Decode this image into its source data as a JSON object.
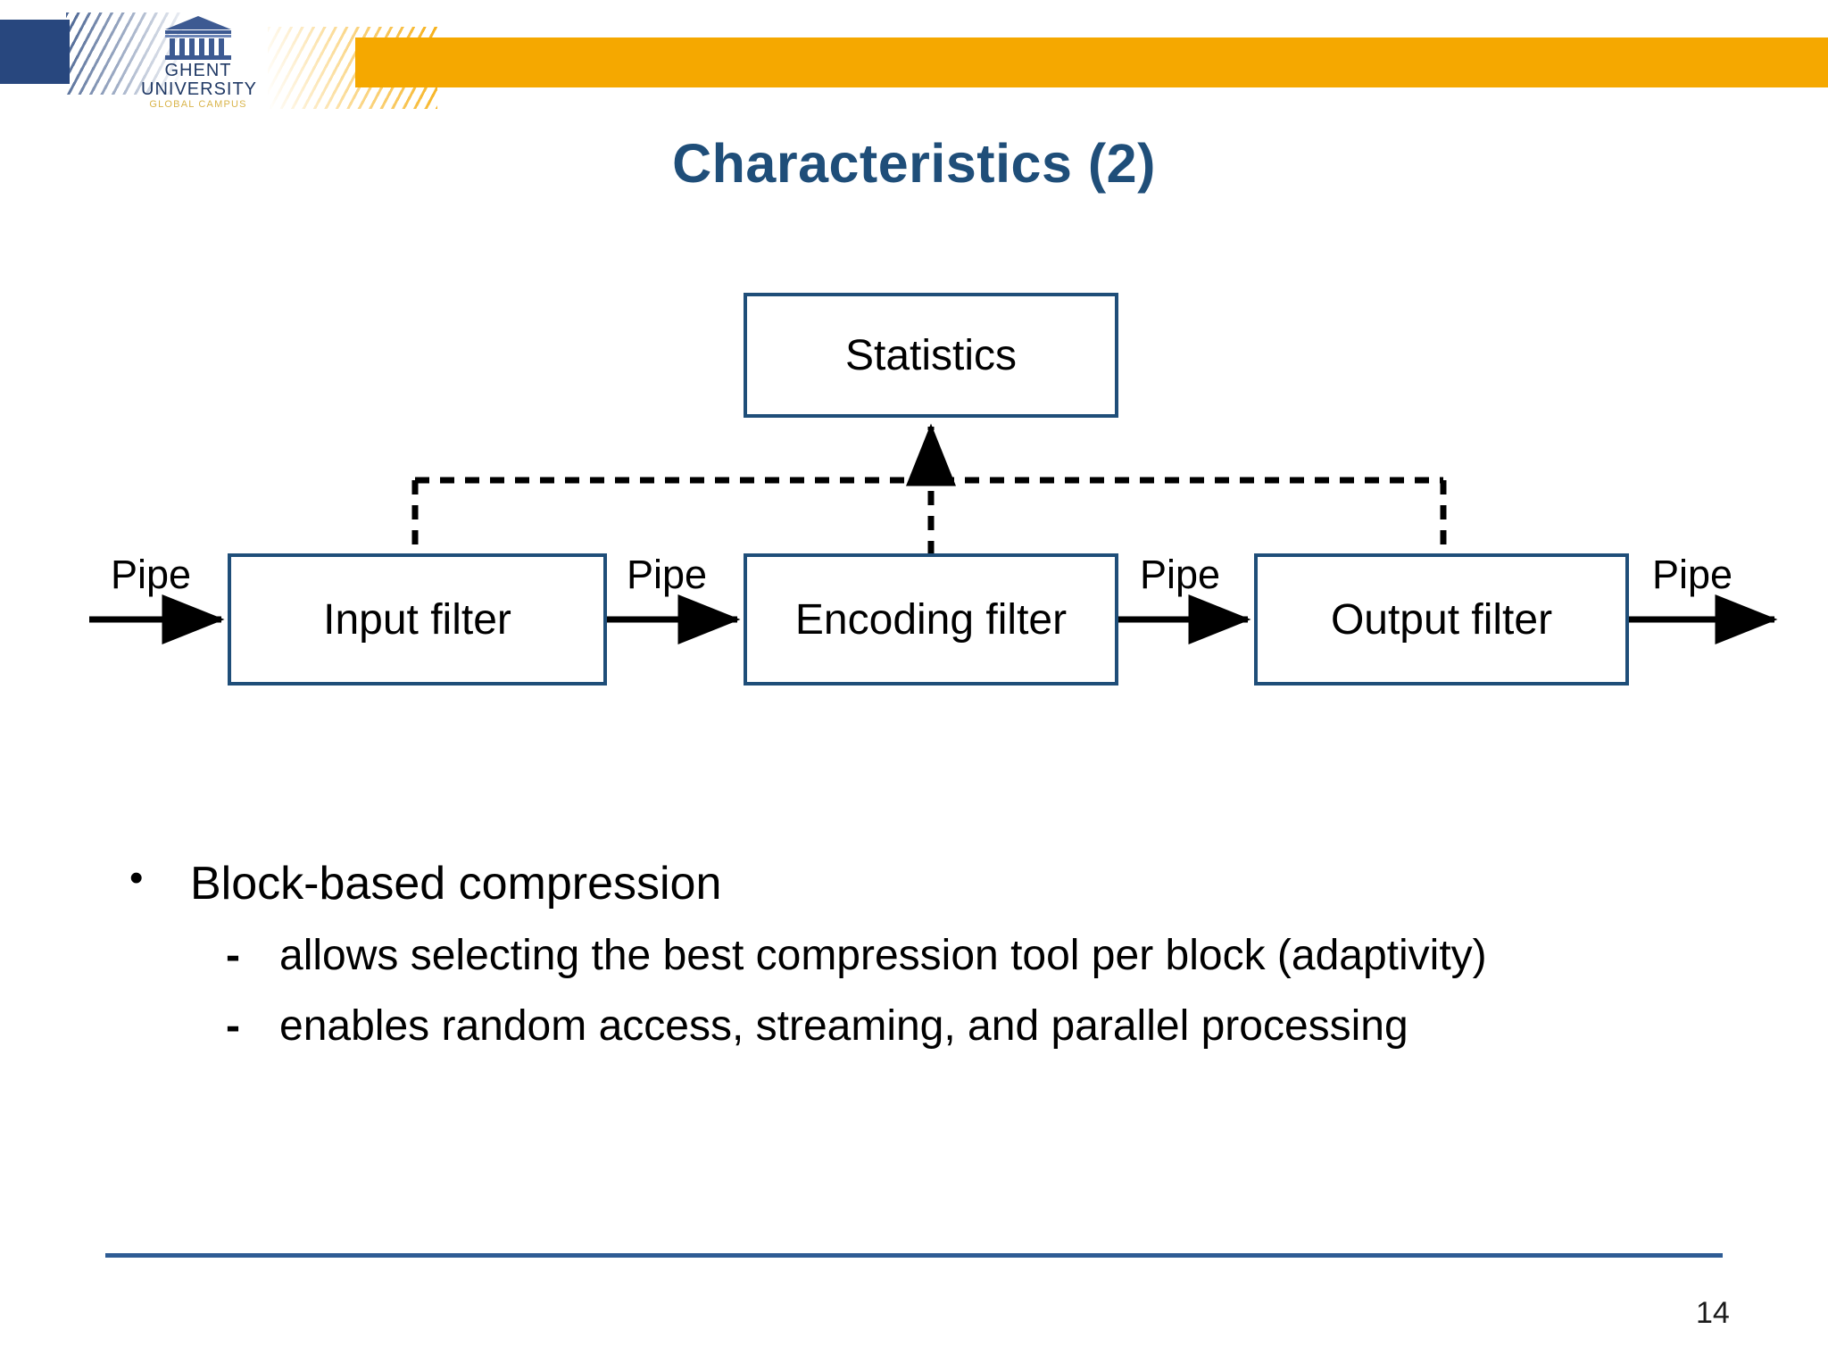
{
  "header": {
    "logo": {
      "line1": "GHENT",
      "line2": "UNIVERSITY",
      "line3": "GLOBAL CAMPUS",
      "icon_name": "greek-temple-icon"
    },
    "accent_blue": "#28477e",
    "accent_orange": "#f5a800"
  },
  "title": "Characteristics (2)",
  "diagram": {
    "nodes": [
      {
        "id": "statistics",
        "label": "Statistics"
      },
      {
        "id": "input_filter",
        "label": "Input filter"
      },
      {
        "id": "encoding_filter",
        "label": "Encoding filter"
      },
      {
        "id": "output_filter",
        "label": "Output filter"
      }
    ],
    "pipe_labels": [
      "Pipe",
      "Pipe",
      "Pipe",
      "Pipe"
    ],
    "border_color": "#1f4e79",
    "connector_color": "#000000"
  },
  "bullets": {
    "level1": "Block-based compression",
    "level1_marker": "•",
    "level2_marker": "-",
    "level2": [
      "allows selecting the best compression tool per block (adaptivity)",
      "enables random access, streaming, and parallel processing"
    ]
  },
  "footer": {
    "page_number": "14",
    "rule_color": "#2e5c94"
  }
}
